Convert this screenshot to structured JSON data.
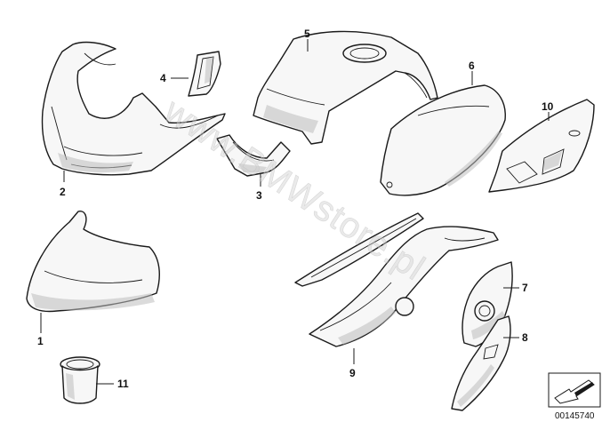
{
  "watermark": "www.BMWstore.pl",
  "diagram_code": "00145740",
  "callouts": [
    {
      "id": "1",
      "label": "1"
    },
    {
      "id": "2",
      "label": "2"
    },
    {
      "id": "3",
      "label": "3"
    },
    {
      "id": "4",
      "label": "4"
    },
    {
      "id": "5",
      "label": "5"
    },
    {
      "id": "6",
      "label": "6"
    },
    {
      "id": "7",
      "label": "7"
    },
    {
      "id": "8",
      "label": "8"
    },
    {
      "id": "9",
      "label": "9"
    },
    {
      "id": "10",
      "label": "10"
    },
    {
      "id": "11",
      "label": "11"
    }
  ],
  "icons": {
    "corner": "arrow-to-box-icon"
  }
}
